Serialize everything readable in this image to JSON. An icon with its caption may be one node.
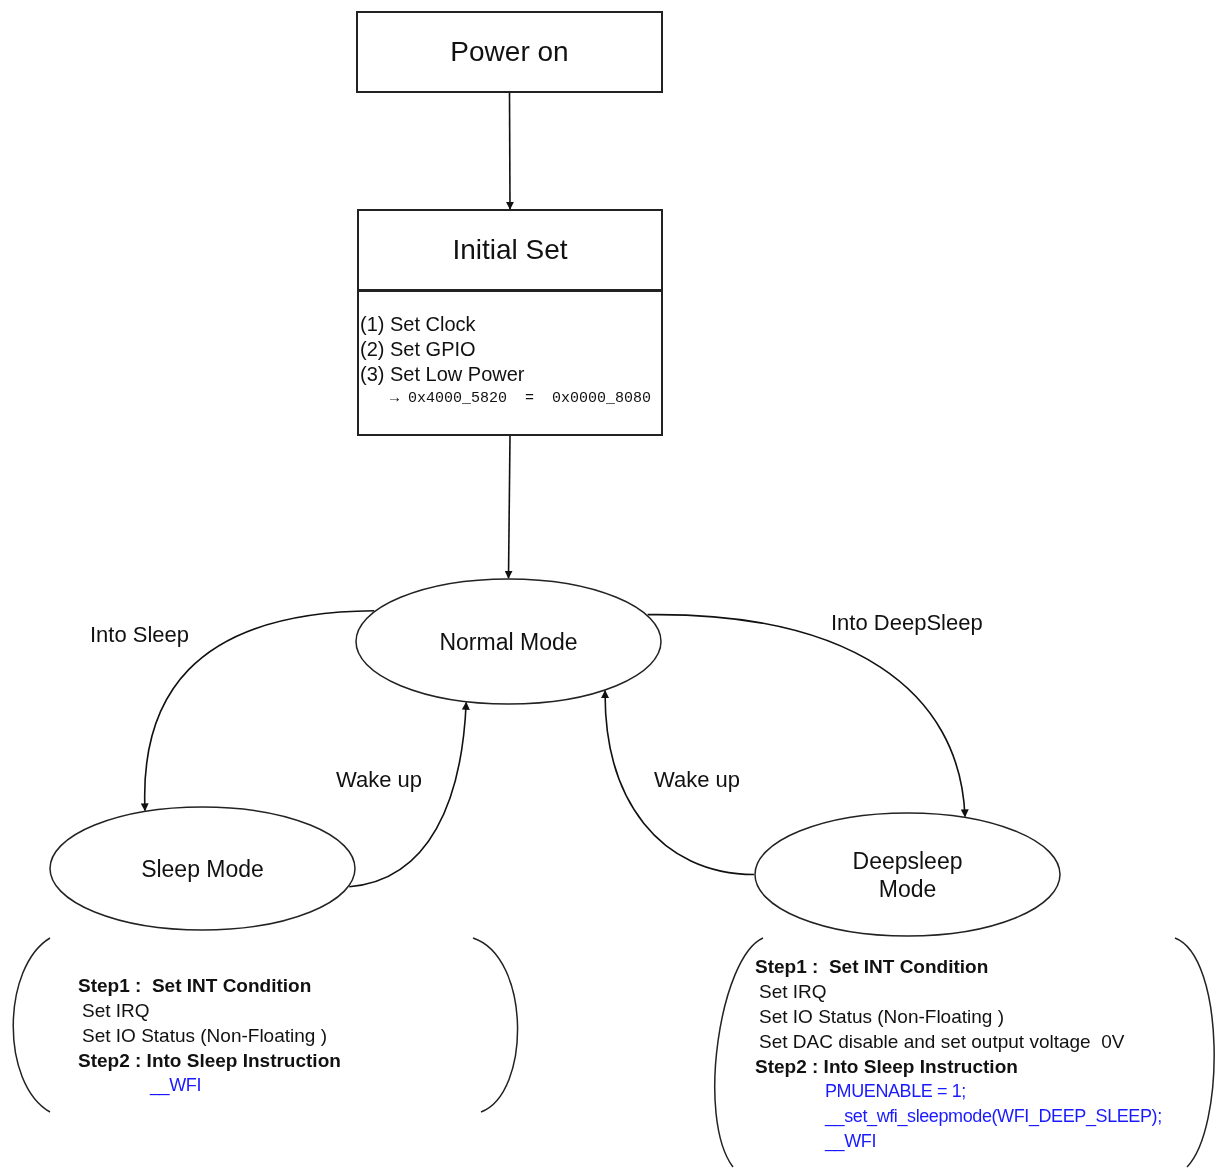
{
  "diagram": {
    "nodes": [
      {
        "text": [
          "Power on"
        ]
      },
      {
        "text": [
          "Initial Set",
          "(1) Set Clock",
          "(2) Set GPIO",
          "(3) Set Low Power",
          "→ 0x4000_5820  =  0x0000_8080"
        ]
      },
      {
        "text": [
          "Normal Mode"
        ]
      },
      {
        "text": [
          "Sleep Mode"
        ]
      },
      {
        "text": [
          "Deepsleep Mode"
        ]
      },
      {
        "text": [
          "Step1 :  Set INT Condition",
          "Set IRQ",
          "Set IO Status (Non-Floating )",
          "Step2 : Into Sleep Instruction",
          "__WFI"
        ]
      },
      {
        "text": [
          "Step1 :  Set INT Condition",
          "Set IRQ",
          "Set IO Status (Non-Floating )",
          "Set DAC disable and set output voltage  0V",
          "Step2 : Into Sleep Instruction",
          "PMUENABLE = 1;",
          "__set_wfi_sleepmode(WFI_DEEP_SLEEP);",
          "__WFI"
        ]
      }
    ],
    "edges": [
      {
        "from": 0,
        "to": 1,
        "arrow": "to"
      },
      {
        "from": 1,
        "to": 2,
        "arrow": "to"
      },
      {
        "from": 2,
        "to": 3,
        "arrow": "to",
        "label": "Into Sleep"
      },
      {
        "from": 3,
        "to": 2,
        "arrow": "to",
        "label": "Wake up"
      },
      {
        "from": 2,
        "to": 4,
        "arrow": "to",
        "label": "Into DeepSleep"
      },
      {
        "from": 4,
        "to": 2,
        "arrow": "to",
        "label": "Wake up"
      }
    ]
  }
}
